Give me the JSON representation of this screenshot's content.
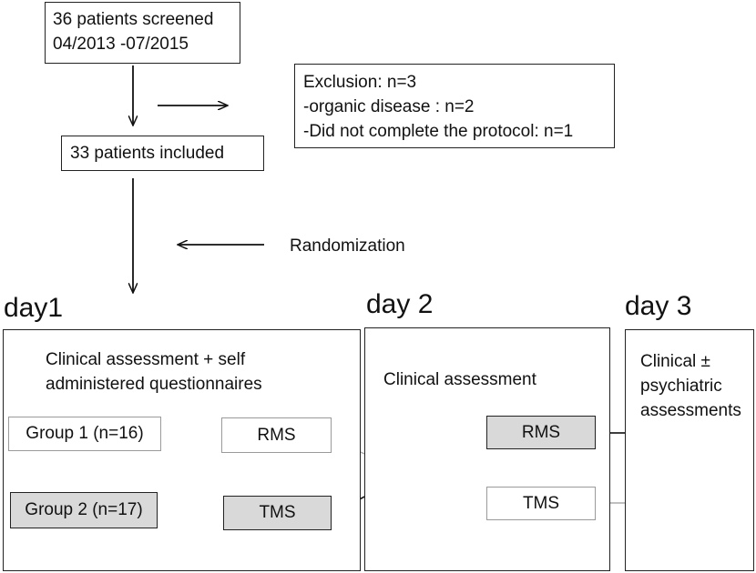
{
  "screening": {
    "line1": "36 patients screened",
    "line2": "04/2013 -07/2015"
  },
  "exclusion": {
    "line1": "Exclusion: n=3",
    "line2": "-organic disease : n=2",
    "line3": "-Did not complete the protocol: n=1"
  },
  "included": {
    "label": "33 patients included"
  },
  "randomization": {
    "label": "Randomization"
  },
  "days": {
    "day1": {
      "title": "day1",
      "assessment_line1": "Clinical assessment + self",
      "assessment_line2": "administered questionnaires",
      "group1": "Group 1 (n=16)",
      "group2": "Group 2 (n=17)",
      "rms": "RMS",
      "tms": "TMS"
    },
    "day2": {
      "title": "day 2",
      "assessment": "Clinical assessment",
      "rms": "RMS",
      "tms": "TMS"
    },
    "day3": {
      "title": "day 3",
      "assessment_line1": "Clinical ±",
      "assessment_line2": "psychiatric",
      "assessment_line3": "assessments"
    }
  }
}
